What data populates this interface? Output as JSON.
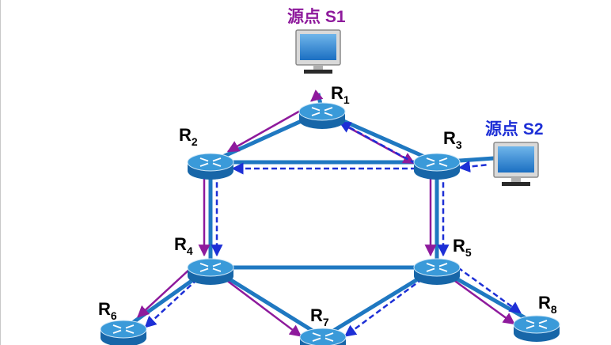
{
  "sources": {
    "s1": {
      "label": "源点 S1",
      "color": "#8e1a9c"
    },
    "s2": {
      "label": "源点 S2",
      "color": "#1d2fd6"
    }
  },
  "routers": [
    {
      "id": "R1",
      "base": "R",
      "sub": "1"
    },
    {
      "id": "R2",
      "base": "R",
      "sub": "2"
    },
    {
      "id": "R3",
      "base": "R",
      "sub": "3"
    },
    {
      "id": "R4",
      "base": "R",
      "sub": "4"
    },
    {
      "id": "R5",
      "base": "R",
      "sub": "5"
    },
    {
      "id": "R6",
      "base": "R",
      "sub": "6"
    },
    {
      "id": "R7",
      "base": "R",
      "sub": "7"
    },
    {
      "id": "R8",
      "base": "R",
      "sub": "8"
    }
  ],
  "links": [
    [
      "R1",
      "R2"
    ],
    [
      "R1",
      "R3"
    ],
    [
      "R2",
      "R3"
    ],
    [
      "R2",
      "R4"
    ],
    [
      "R3",
      "R5"
    ],
    [
      "R4",
      "R5"
    ],
    [
      "R4",
      "R6"
    ],
    [
      "R4",
      "R7"
    ],
    [
      "R5",
      "R7"
    ],
    [
      "R5",
      "R8"
    ],
    [
      "S1",
      "R1"
    ],
    [
      "S2",
      "R3"
    ]
  ],
  "tree_s1": [
    [
      "S1",
      "R1"
    ],
    [
      "R1",
      "R2"
    ],
    [
      "R1",
      "R3"
    ],
    [
      "R2",
      "R4"
    ],
    [
      "R3",
      "R5"
    ],
    [
      "R4",
      "R6"
    ],
    [
      "R4",
      "R7"
    ],
    [
      "R5",
      "R8"
    ]
  ],
  "tree_s2": [
    [
      "S2",
      "R3"
    ],
    [
      "R3",
      "R1"
    ],
    [
      "R3",
      "R2"
    ],
    [
      "R2",
      "R4"
    ],
    [
      "R3",
      "R5"
    ],
    [
      "R4",
      "R6"
    ],
    [
      "R5",
      "R7"
    ],
    [
      "R5",
      "R8"
    ]
  ],
  "colors": {
    "link": "#1f78c1",
    "tree_s1": "#8e1a9c",
    "tree_s2": "#1d2fd6",
    "router_top": "#3a9ad9",
    "router_side": "#1766a8"
  }
}
